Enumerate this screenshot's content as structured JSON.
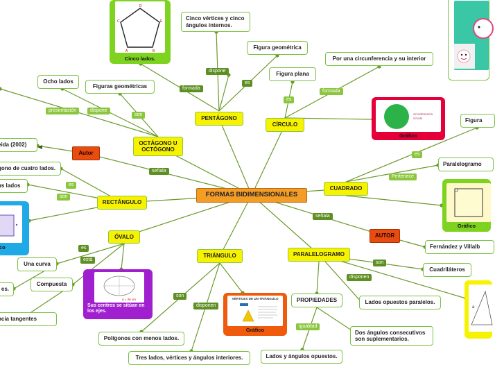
{
  "central": "FORMAS BIDIMENSIONALES",
  "nodes": {
    "pentagono": "PENTÁGONO",
    "circulo": "CÍRCULO",
    "cuadrado": "CUADRADO",
    "autor_right": "AUTOR",
    "paralelogramo": "PARALELOGRAMO",
    "propiedades": "PROPIEDADES",
    "triangulo": "TRIÁNGULO",
    "ovalo": "ÓVALO",
    "rectangulo": "RECTÁNGULO",
    "octagono": "OCTÁGONO U OCTÓGONO",
    "autor_left": "Autor"
  },
  "texts": {
    "cinco_vertices": "Cinco vértices y cinco ángulos internos.",
    "figura_geometrica": "Figura geométrica",
    "figura_plana": "Figura plana",
    "circunferencia": "Por una circunferencia y su interior",
    "figura_right": "Figura",
    "paralelogramo_right": "Paralelogramo",
    "fernandez": "Fernández y Villalb",
    "cuadrilateros": "Cuadriláteros",
    "lados_opuestos_paralelos": "Lados opuestos paralelos.",
    "dos_angulos": "Dos ángulos consecutivos son suplementarios.",
    "lados_angulos_opuestos": "Lados y ángulos opuestos.",
    "tres_lados": "Tres lados, vértices y ángulos interiores.",
    "poligonos": "Polígonos con menos lados.",
    "curva": "Una curva",
    "compuesta": "Compuesta",
    "es_left": "es.",
    "tangentes": "ncia tangentes",
    "ocho_lados": "Ocho lados",
    "figuras_geometricas": "Figuras geométricas",
    "euclides": "eida (2002)",
    "cuatro_lados": "gono de cuatro lados.",
    "sus_lados": "us lados"
  },
  "tags": {
    "formada_pent": "formada",
    "dispone_pent": "dispone",
    "es_pent": "es",
    "es_circ": "es",
    "formada_circ": "formada",
    "es_cuad": "es",
    "pertenece": "Pertenece",
    "senala_right": "señala",
    "son_par": "son",
    "disponen_par": "disponen",
    "igualdad": "igualdad",
    "son_tri": "son",
    "disponen_tri": "disponen",
    "es_oval": "es",
    "esta_oval": "está",
    "es_rect": "es",
    "son_rect": "son",
    "senala_left": "señala",
    "son_oct": "son",
    "presentacion": "presentación",
    "dispone_oct": "dispone"
  },
  "cards": {
    "pentagon": "Cinco lados.",
    "circle": "Gráfico",
    "circle_inner_text": "circunferencia círculo",
    "square": "Gráfico",
    "triangle": "Gráfico",
    "triangle_title": "VÉRTICES DE UN TRIÁNGULO",
    "oval": "Sus centros se sitúan en los ejes.",
    "oval_inner_text": "a = 26 cm",
    "rect_left": "fico"
  },
  "pentagon_vertex_labels": [
    "D",
    "E",
    "C",
    "A",
    "B"
  ],
  "colors": {
    "line": "#6a9a2a",
    "central": "#f39c26",
    "yellow": "#f7f300",
    "red": "#e84c0e",
    "card_green": "#7ed321",
    "card_red": "#e5003a",
    "card_purple": "#a020d0",
    "card_cyan": "#1fa9e6",
    "card_orange": "#f05a0c"
  }
}
